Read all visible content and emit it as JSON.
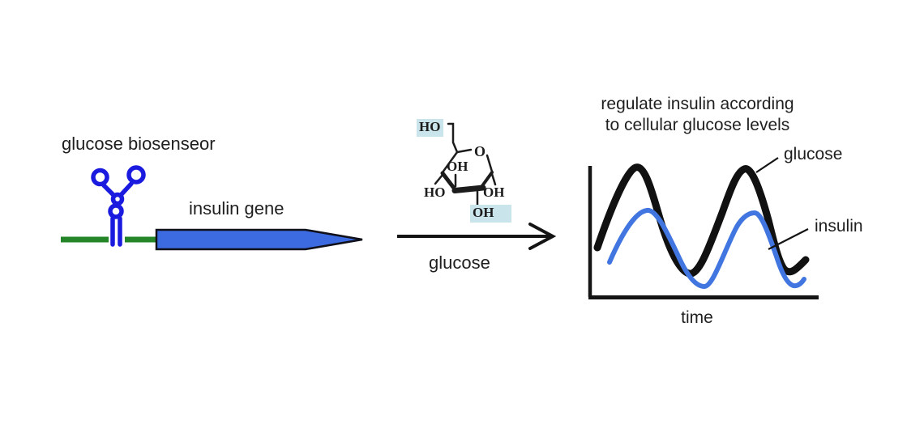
{
  "left": {
    "biosensor_label": "glucose biosenseor",
    "gene_label": "insulin gene",
    "colors": {
      "dna_green": "#238527",
      "aptamer_blue": "#1b1be0",
      "gene_fill": "#3c6ae0",
      "gene_outline": "#10101a"
    }
  },
  "middle": {
    "molecule": {
      "ho_top": "HO",
      "ring_o": "O",
      "oh_inner": "OH",
      "ho_left": "HO",
      "oh_right": "OH",
      "oh_bottom": "OH",
      "highlight_color": "#c9e4ea"
    },
    "arrow_label": "glucose"
  },
  "right": {
    "title_line1": "regulate insulin according",
    "title_line2": "to cellular glucose levels",
    "glucose_label": "glucose",
    "insulin_label": "insulin",
    "time_label": "time",
    "colors": {
      "glucose_curve": "#111111",
      "insulin_curve": "#4175e0"
    }
  },
  "chart_data": {
    "type": "line",
    "title": "regulate insulin according to cellular glucose levels",
    "xlabel": "time",
    "ylabel": "",
    "axes_numeric_labels_shown": false,
    "grid": false,
    "legend_position": "right-annotations",
    "x": [
      0,
      1,
      2,
      3,
      4,
      5,
      6,
      7,
      8
    ],
    "series": [
      {
        "name": "glucose",
        "color": "#111111",
        "values": [
          0.4,
          0.95,
          0.55,
          0.18,
          0.55,
          0.93,
          0.5,
          0.22,
          0.3
        ]
      },
      {
        "name": "insulin",
        "color": "#4175e0",
        "values": [
          0.28,
          0.65,
          0.4,
          0.09,
          0.38,
          0.63,
          0.35,
          0.1,
          0.13
        ]
      }
    ]
  }
}
